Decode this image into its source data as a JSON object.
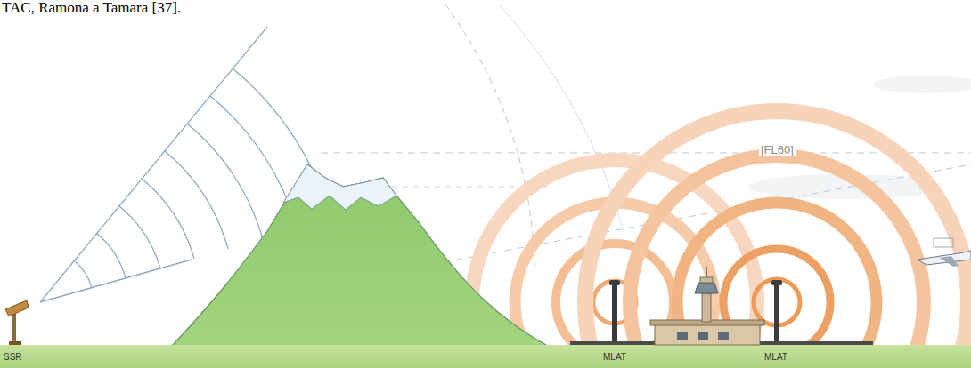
{
  "diagram": {
    "labels": [
      "TAC, Ramona a Tamara [37].",
      "[FL60]",
      "SSR",
      "MLAT",
      "MLAT"
    ]
  }
}
